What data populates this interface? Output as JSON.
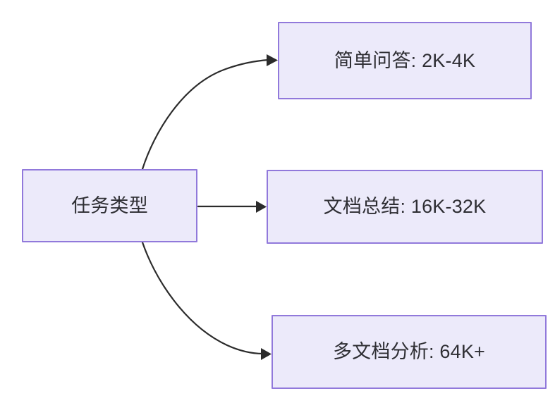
{
  "diagram": {
    "type": "flowchart",
    "direction": "left-to-right",
    "background_color": "#FFFFFF",
    "node_fill_color": "#ECEAFA",
    "node_border_color": "#9179DB",
    "node_text_color": "#2E2E33",
    "edge_color": "#2B2B2B",
    "root": {
      "id": "task-type",
      "label": "任务类型"
    },
    "leaves": [
      {
        "id": "simple-qa",
        "label": "简单问答: 2K-4K",
        "edge_style": "curved-up"
      },
      {
        "id": "doc-summary",
        "label": "文档总结: 16K-32K",
        "edge_style": "straight"
      },
      {
        "id": "multi-doc-analysis",
        "label": "多文档分析: 64K+",
        "edge_style": "curved-down"
      }
    ]
  }
}
